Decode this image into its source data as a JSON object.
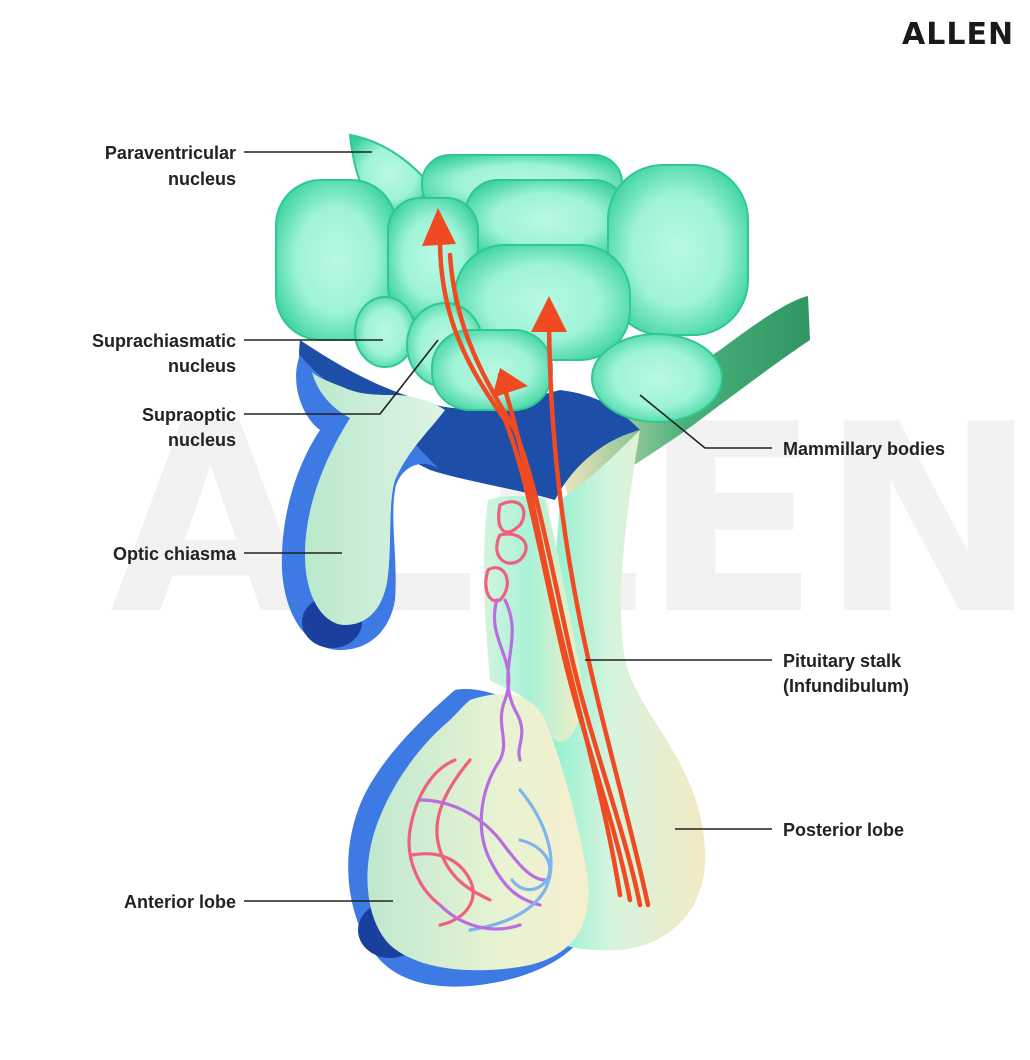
{
  "brand": {
    "logo": "ALLEN",
    "watermark": "ALLEN"
  },
  "labels": {
    "paraventricular": [
      "Paraventricular",
      "nucleus"
    ],
    "suprachiasmatic": [
      "Suprachiasmatic",
      "nucleus"
    ],
    "supraoptic": [
      "Supraoptic",
      "nucleus"
    ],
    "optic_chiasma": "Optic chiasma",
    "mammillary_bodies": "Mammillary bodies",
    "pituitary_stalk": [
      "Pituitary stalk",
      "(Infundibulum)"
    ],
    "posterior_lobe": "Posterior lobe",
    "anterior_lobe": "Anterior lobe"
  },
  "colors": {
    "nucleus_fill": "#3dd6a3",
    "nucleus_light": "#a6f6dc",
    "deep_blue": "#1a4fae",
    "mid_blue": "#3f7ee6",
    "pale_green": "#cdeedb",
    "cream": "#f6ecc6",
    "arrow_red": "#f04a22",
    "capillary_pink": "#f0607e",
    "capillary_violet": "#b86ee0",
    "capillary_blue": "#7fb3f0",
    "tract_green": "#3aa56c"
  }
}
